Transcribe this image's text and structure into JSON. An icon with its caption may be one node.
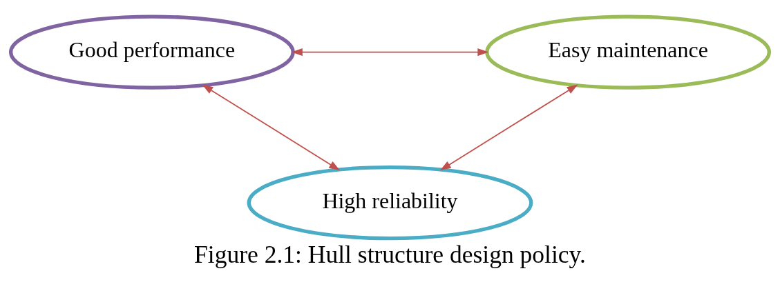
{
  "diagram": {
    "caption": "Figure 2.1: Hull structure design policy.",
    "nodes": [
      {
        "text": [
          "High reliability"
        ]
      },
      {
        "text": [
          "Good performance"
        ]
      },
      {
        "text": [
          "Easy maintenance"
        ]
      }
    ],
    "edges": [
      {
        "from": 1,
        "to": 0,
        "arrow": "both"
      },
      {
        "from": 1,
        "to": 2,
        "arrow": "both"
      },
      {
        "from": 2,
        "to": 0,
        "arrow": "both"
      }
    ]
  }
}
